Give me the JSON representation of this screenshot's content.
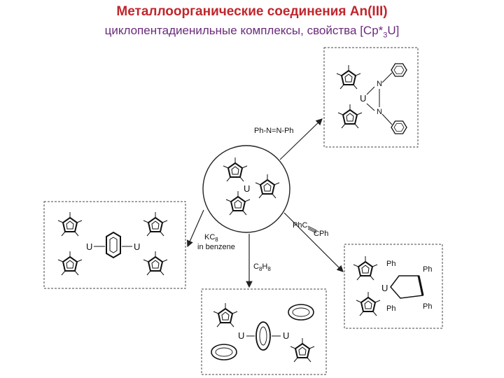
{
  "title": "Металлоорганические соединения An(III)",
  "subtitle_main": "циклопентадиенильные комплексы, свойства [Cp*",
  "subtitle_sub": "3",
  "subtitle_end": "U]",
  "reagents": {
    "azo": "Ph-N=N-Ph",
    "kc8": "KC",
    "kc8_sub": "8",
    "kc8_solvent": "in benzene",
    "alkyne": "PhC",
    "alkyne_end": "CPh",
    "cot": "C",
    "cot_sub1": "8",
    "cot_mid": "H",
    "cot_sub2": "8"
  },
  "atoms": {
    "uranium": "U",
    "nitrogen": "N",
    "phenyl": "Ph"
  }
}
